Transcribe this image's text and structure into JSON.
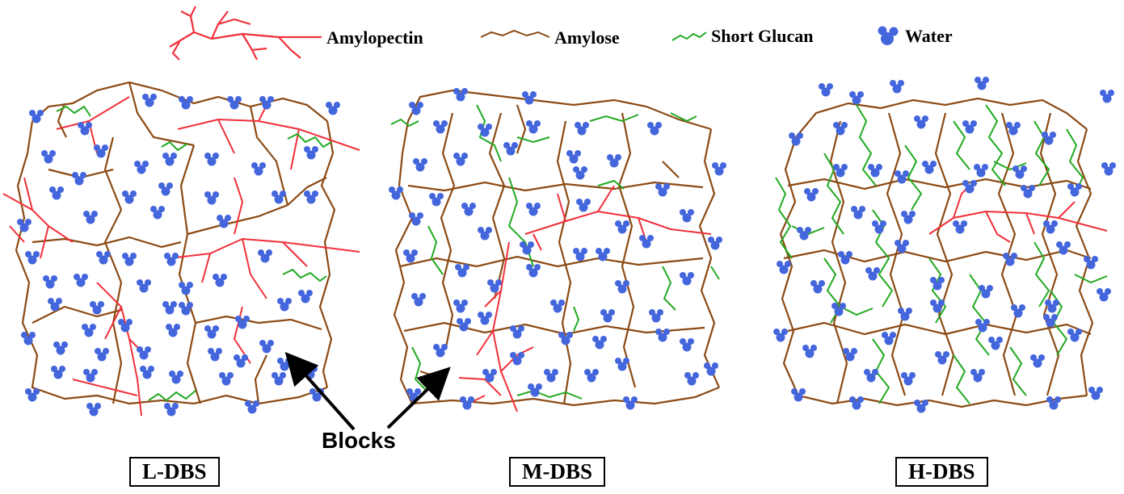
{
  "legend": {
    "amylopectin": "Amylopectin",
    "amylose": "Amylose",
    "short_glucan": "Short Glucan",
    "water": "Water"
  },
  "annotation": {
    "blocks": "Blocks"
  },
  "panels": [
    {
      "id": "low",
      "label": "L-DBS"
    },
    {
      "id": "medium",
      "label": "M-DBS"
    },
    {
      "id": "high",
      "label": "H-DBS"
    }
  ],
  "colors": {
    "amylopectin": "#f0303a",
    "amylose": "#8b4a14",
    "short_glucan": "#22aa22",
    "water": "#4466dd"
  },
  "icons": [
    "amylopectin-icon",
    "amylose-icon",
    "short-glucan-icon",
    "water-icon",
    "arrow-icon"
  ]
}
